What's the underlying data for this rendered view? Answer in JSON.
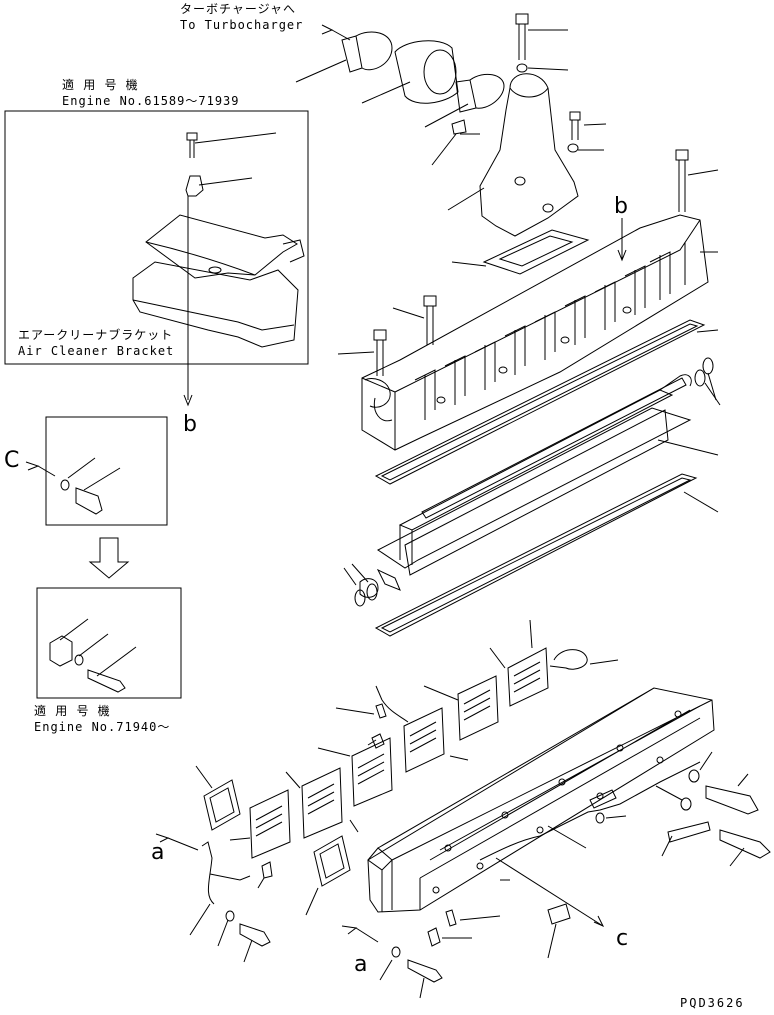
{
  "labels": {
    "turbo_jp": "ターボチャージャへ",
    "turbo_en": "To Turbocharger",
    "engine_top_jp": "適 用 号 機",
    "engine_top_en": "Engine No.61589～71939",
    "bracket_jp": "エアークリーナブラケット",
    "bracket_en": "Air Cleaner Bracket",
    "engine_bottom_jp": "適 用 号 機",
    "engine_bottom_en": "Engine No.71940～",
    "ref_b": "b",
    "ref_c": "C",
    "ref_a": "a",
    "ref_c_lower": "c",
    "drawing_no": "PQD3626"
  },
  "colors": {
    "line": "#000000",
    "background": "#ffffff"
  }
}
